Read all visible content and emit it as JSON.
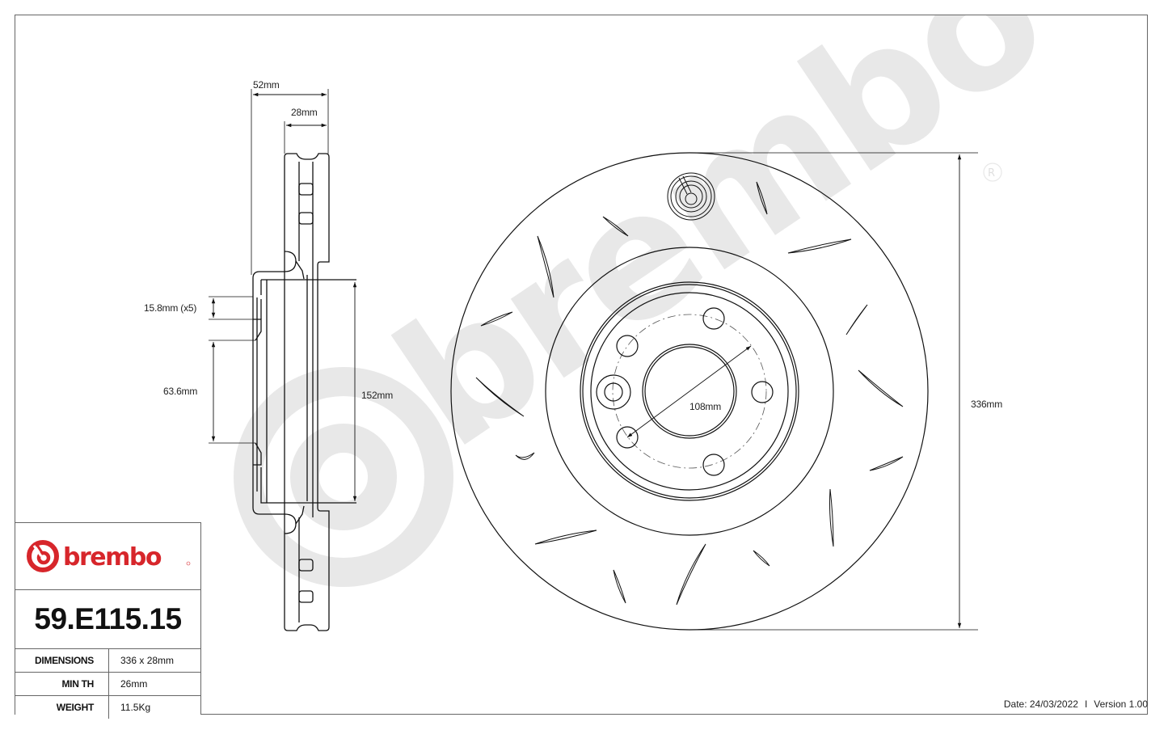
{
  "brand": {
    "name": "brembo",
    "color": "#d7262b",
    "watermark_color": "#e6e6e6"
  },
  "side_view": {
    "dims": {
      "overall_width": "52mm",
      "disc_thickness": "28mm",
      "bolt_hole": "15.8mm (x5)",
      "center_bore": "63.6mm",
      "hat_diameter": "152mm"
    }
  },
  "front_view": {
    "dims": {
      "pcd": "108mm",
      "outer_diameter": "336mm"
    },
    "bolt_holes": 5
  },
  "title_block": {
    "part_number": "59.E115.15",
    "specs": [
      {
        "label": "DIMENSIONS",
        "value": "336 x 28mm"
      },
      {
        "label": "MIN TH",
        "value": "26mm"
      },
      {
        "label": "WEIGHT",
        "value": "11.5Kg"
      }
    ]
  },
  "footer": {
    "date": "Date: 24/03/2022",
    "separator": "I",
    "version": "Version 1.00"
  }
}
